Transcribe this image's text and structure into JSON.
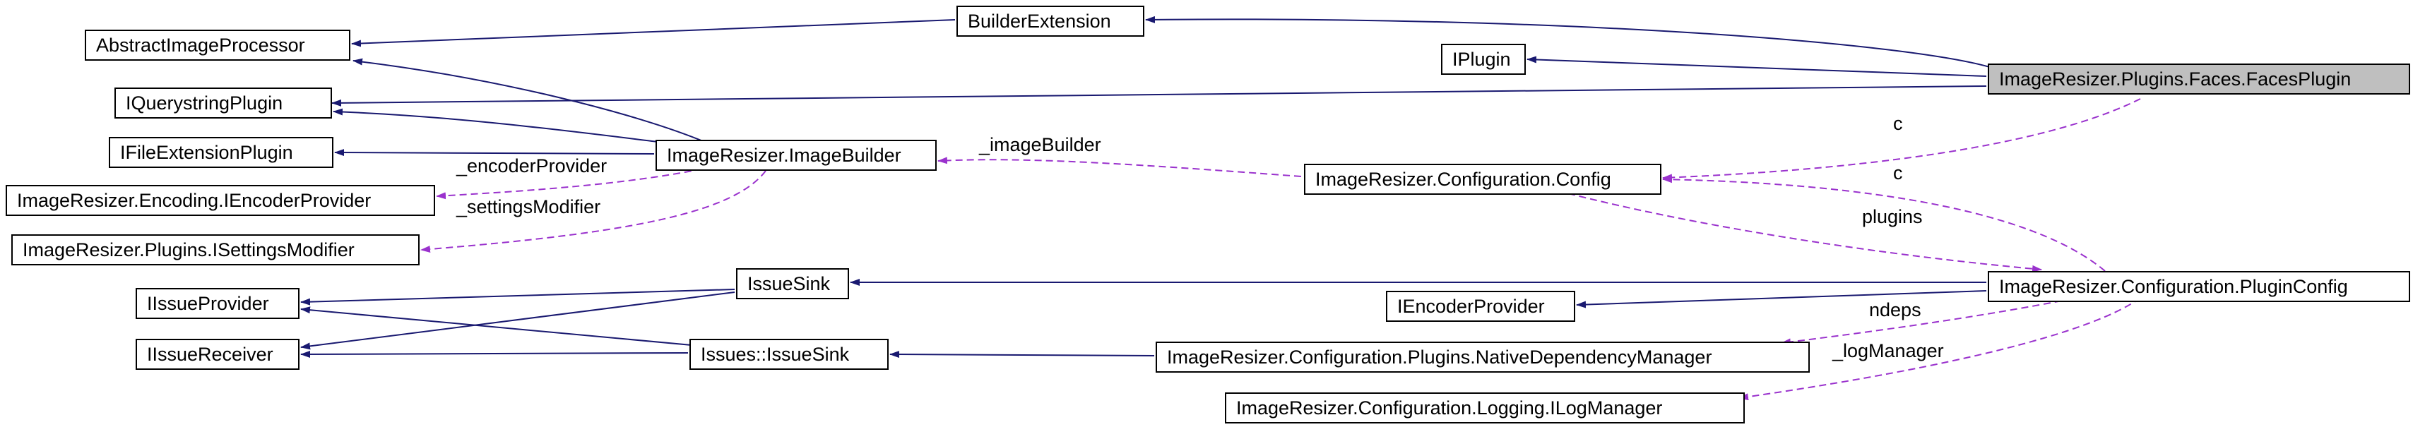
{
  "colors": {
    "inherit": "#191970",
    "usage": "#9a32cd",
    "focus_fill": "#bfbfbf"
  },
  "nodes": {
    "abstract_image_processor": "AbstractImageProcessor",
    "builder_extension": "BuilderExtension",
    "iplugin": "IPlugin",
    "faces_plugin": "ImageResizer.Plugins.Faces.FacesPlugin",
    "iquerystring_plugin": "IQuerystringPlugin",
    "ifile_extension_plugin": "IFileExtensionPlugin",
    "image_builder": "ImageResizer.ImageBuilder",
    "config": "ImageResizer.Configuration.Config",
    "iencoder_provider_ns": "ImageResizer.Encoding.IEncoderProvider",
    "isettings_modifier": "ImageResizer.Plugins.ISettingsModifier",
    "iissue_provider": "IIssueProvider",
    "issue_sink": "IssueSink",
    "plugin_config": "ImageResizer.Configuration.PluginConfig",
    "iencoder_provider": "IEncoderProvider",
    "iissue_receiver": "IIssueReceiver",
    "issues_issue_sink": "Issues::IssueSink",
    "native_dependency_manager": "ImageResizer.Configuration.Plugins.NativeDependencyManager",
    "ilog_manager": "ImageResizer.Configuration.Logging.ILogManager"
  },
  "edge_labels": {
    "encoder_provider": "_encoderProvider",
    "image_builder": "_imageBuilder",
    "settings_modifier": "_settingsModifier",
    "c_faces": "c",
    "c_plugin": "c",
    "plugins": "plugins",
    "ndeps": "ndeps",
    "log_manager": "_logManager"
  }
}
